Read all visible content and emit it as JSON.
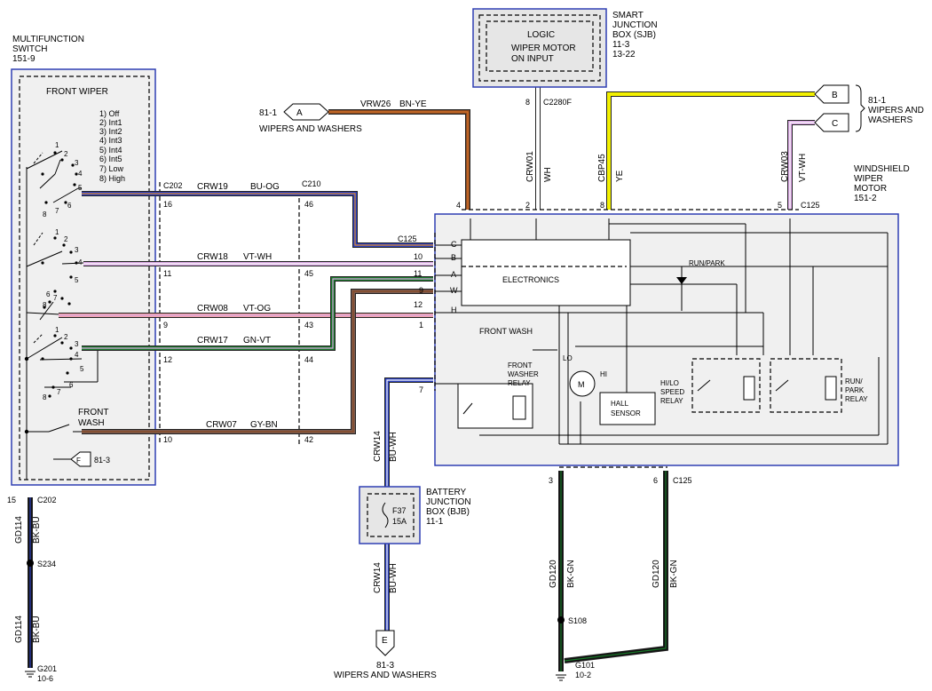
{
  "switch": {
    "title_1": "MULTIFUNCTION",
    "title_2": "SWITCH",
    "title_3": "151-9",
    "section": "FRONT WIPER",
    "positions": [
      "1) Off",
      "2) Int1",
      "3) Int2",
      "4) Int3",
      "5) Int4",
      "6) Int5",
      "7) Low",
      "8) High"
    ],
    "wash_1": "FRONT",
    "wash_2": "WASH",
    "ref_letter": "F",
    "ref_page": "81-3"
  },
  "sjb": {
    "title_1": "SMART",
    "title_2": "JUNCTION",
    "title_3": "BOX (SJB)",
    "ref_1": "11-3",
    "ref_2": "13-22",
    "logic": "LOGIC",
    "input_1": "WIPER MOTOR",
    "input_2": "ON INPUT",
    "pin": "8",
    "connector": "C2280F"
  },
  "motor": {
    "title_1": "WINDSHIELD",
    "title_2": "WIPER",
    "title_3": "MOTOR",
    "title_4": "151-2",
    "connector_top": "C125",
    "connector_left": "C125",
    "connector_bottom": "C125",
    "electronics": "ELECTRONICS",
    "run_park": "RUN/PARK",
    "front_wash": "FRONT WASH",
    "fw_relay_1": "FRONT",
    "fw_relay_2": "WASHER",
    "fw_relay_3": "RELAY",
    "lo": "LO",
    "hi": "HI",
    "m": "M",
    "hall_1": "HALL",
    "hall_2": "SENSOR",
    "hilo_1": "HI/LO",
    "hilo_2": "SPEED",
    "hilo_3": "RELAY",
    "rp_1": "RUN/",
    "rp_2": "PARK",
    "rp_3": "RELAY",
    "left_labels": [
      "C",
      "B",
      "A",
      "W",
      "H"
    ],
    "left_pins": [
      "10",
      "11",
      "9",
      "12",
      "1",
      "7"
    ],
    "top_pins": [
      "4",
      "2",
      "8",
      "5"
    ],
    "bottom_pins": [
      "3",
      "6"
    ]
  },
  "wires": {
    "crw19": "CRW19",
    "crw19_color": "BU-OG",
    "crw18": "CRW18",
    "crw18_color": "VT-WH",
    "crw08": "CRW08",
    "crw08_color": "VT-OG",
    "crw17": "CRW17",
    "crw17_color": "GN-VT",
    "crw07": "CRW07",
    "crw07_color": "GY-BN",
    "vrw26": "VRW26",
    "vrw26_color": "BN-YE",
    "crw01": "CRW01",
    "crw01_color": "WH",
    "cbp45": "CBP45",
    "cbp45_color": "YE",
    "crw03": "CRW03",
    "crw03_color": "VT-WH",
    "crw14": "CRW14",
    "crw14_color": "BU-WH",
    "gd114": "GD114",
    "gd114_color": "BK-BU",
    "gd120": "GD120",
    "gd120_color": "BK-GN"
  },
  "connectors": {
    "c202": "C202",
    "c210": "C210",
    "c125": "C125",
    "c202_bottom": "C202",
    "c202_bottom_pin": "15",
    "switch_pins": [
      "16",
      "11",
      "9",
      "12",
      "10"
    ],
    "c210_pins": [
      "46",
      "45",
      "43",
      "44",
      "42"
    ]
  },
  "offpage": {
    "a_letter": "A",
    "a_ref": "81-1",
    "a_text": "WIPERS AND WASHERS",
    "b_letter": "B",
    "c_letter": "C",
    "bc_ref": "81-1",
    "bc_text_1": "WIPERS AND",
    "bc_text_2": "WASHERS",
    "e_letter": "E",
    "e_ref": "81-3",
    "e_text": "WIPERS AND WASHERS"
  },
  "bjb": {
    "title_1": "BATTERY",
    "title_2": "JUNCTION",
    "title_3": "BOX (BJB)",
    "ref": "11-1",
    "fuse": "F37",
    "rating": "15A"
  },
  "grounds": {
    "s234": "S234",
    "s108": "S108",
    "g201": "G201",
    "g201_ref": "10-6",
    "g101": "G101",
    "g101_ref": "10-2"
  },
  "colors": {
    "blue": "#2a3fbf",
    "blue_stripe": "#e08a2a",
    "violet": "#d9a6e3",
    "white": "#ffffff",
    "pink": "#f2a3ab",
    "green": "#1a7a2a",
    "brown": "#7a5a50",
    "brown_orange": "#8a4a22",
    "orange": "#e07828",
    "yellow": "#f2f000",
    "black": "#111111",
    "bjb_blue": "#2a3fbf"
  }
}
